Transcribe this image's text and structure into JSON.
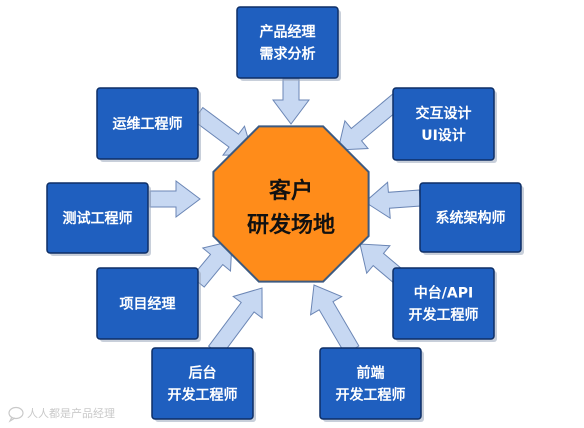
{
  "center": {
    "lines": [
      "客户",
      "研发场地"
    ],
    "fill": "#FF8C1A",
    "stroke": "#3D5A80"
  },
  "box_style": {
    "fill": "#1F5FBF",
    "stroke": "#0E2F66"
  },
  "arrow_style": {
    "fill": "#C7D8F2",
    "stroke": "#6B86B5"
  },
  "roles": [
    {
      "id": "product-manager",
      "lines": [
        "产品经理",
        "需求分析"
      ]
    },
    {
      "id": "interaction-ui",
      "lines": [
        "交互设计",
        "UI设计"
      ]
    },
    {
      "id": "system-architect",
      "lines": [
        "系统架构师"
      ]
    },
    {
      "id": "middle-platform-api",
      "lines": [
        "中台/API",
        "开发工程师"
      ]
    },
    {
      "id": "frontend",
      "lines": [
        "前端",
        "开发工程师"
      ]
    },
    {
      "id": "backend",
      "lines": [
        "后台",
        "开发工程师"
      ]
    },
    {
      "id": "project-manager",
      "lines": [
        "项目经理"
      ]
    },
    {
      "id": "test-engineer",
      "lines": [
        "测试工程师"
      ]
    },
    {
      "id": "ops-engineer",
      "lines": [
        "运维工程师"
      ]
    }
  ],
  "watermark": {
    "icon": "chat-bubble-icon",
    "text": "人人都是产品经理"
  }
}
